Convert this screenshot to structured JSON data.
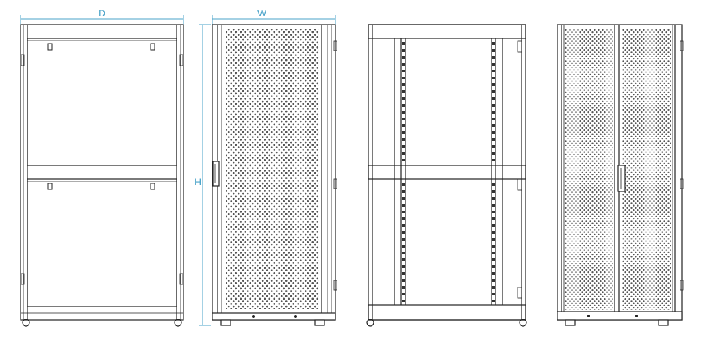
{
  "dimensions": {
    "depth_label": "D",
    "width_label": "W",
    "height_label": "H"
  },
  "views": [
    {
      "id": "side-view"
    },
    {
      "id": "front-door-view"
    },
    {
      "id": "frame-view"
    },
    {
      "id": "double-door-view"
    }
  ],
  "colors": {
    "dimension": "#4aa3c9",
    "outline": "#222222",
    "perforation": "#555555",
    "background": "#ffffff"
  }
}
